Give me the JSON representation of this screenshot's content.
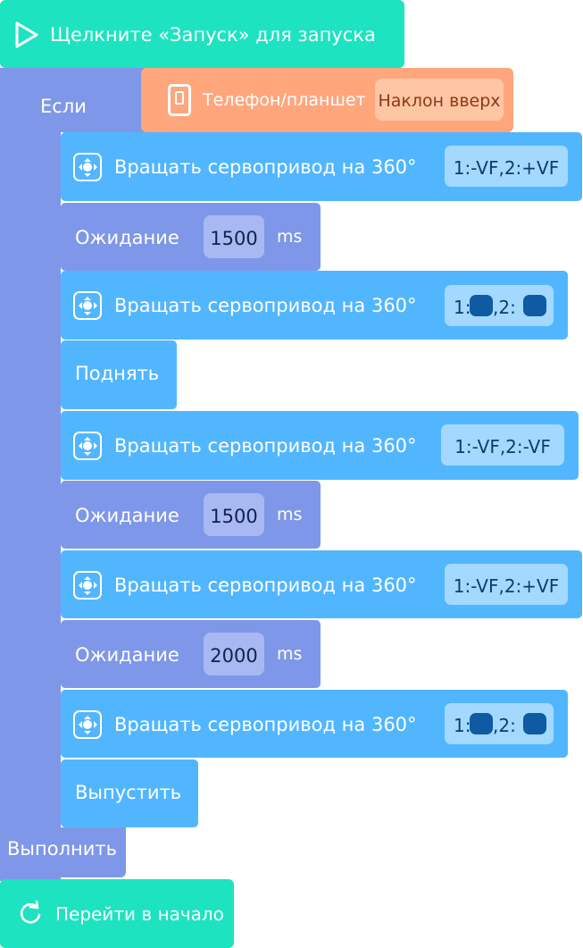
{
  "start_block": {
    "label": "Щелкните «Запуск» для запуска",
    "icon": "play-icon"
  },
  "if_block": {
    "if_label": "Если",
    "execute_label": "Выполнить",
    "condition": {
      "icon": "tablet-icon",
      "label": "Телефон/планшет",
      "value": "Наклон вверх"
    }
  },
  "blocks": [
    {
      "type": "servo",
      "label": "Вращать сервопривод на 360°",
      "value": "1:-VF,2:+VF"
    },
    {
      "type": "wait",
      "label": "Ожидание",
      "value": "1500",
      "unit": "ms"
    },
    {
      "type": "servo",
      "label": "Вращать сервопривод на 360°",
      "value_prefix1": "1:",
      "value_prefix2": ",2:"
    },
    {
      "type": "simple",
      "label": "Поднять"
    },
    {
      "type": "servo",
      "label": "Вращать сервопривод на 360°",
      "value": "1:-VF,2:-VF"
    },
    {
      "type": "wait",
      "label": "Ожидание",
      "value": "1500",
      "unit": "ms"
    },
    {
      "type": "servo",
      "label": "Вращать сервопривод на 360°",
      "value": "1:-VF,2:+VF"
    },
    {
      "type": "wait",
      "label": "Ожидание",
      "value": "2000",
      "unit": "ms"
    },
    {
      "type": "servo",
      "label": "Вращать сервопривод на 360°",
      "value_prefix1": "1:",
      "value_prefix2": ",2:"
    },
    {
      "type": "simple",
      "label": "Выпустить"
    }
  ],
  "end_block": {
    "label": "Перейти в начало",
    "icon": "loop-icon"
  },
  "colors": {
    "event": "#1ee3c0",
    "control": "#7f97e8",
    "servo": "#52b6ff",
    "sensor": "#ffa67d",
    "value_box": "#a3d9ff",
    "marker": "#0e5aa3"
  }
}
